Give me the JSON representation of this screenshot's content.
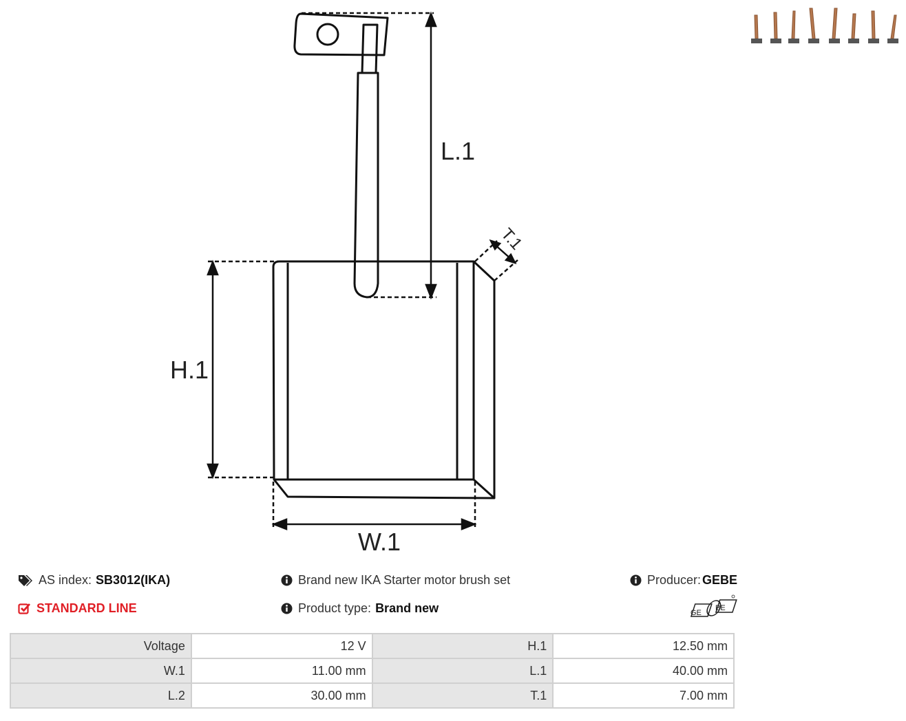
{
  "diagram": {
    "labels": {
      "l1": "L.1",
      "h1": "H.1",
      "w1": "W.1",
      "t1": "T.1"
    }
  },
  "product": {
    "as_index_label": "AS index:",
    "as_index_value": "SB3012(IKA)",
    "line": "STANDARD LINE",
    "description": "Brand new IKA Starter motor brush set",
    "type_label": "Product type:",
    "type_value": "Brand new",
    "producer_label": "Producer:",
    "producer_value": "GEBE",
    "logo_text": [
      "GE",
      "BE"
    ]
  },
  "specs": {
    "rows": [
      [
        {
          "k": "Voltage",
          "v": "12 V"
        },
        {
          "k": "H.1",
          "v": "12.50 mm"
        }
      ],
      [
        {
          "k": "W.1",
          "v": "11.00 mm"
        },
        {
          "k": "L.1",
          "v": "40.00 mm"
        }
      ],
      [
        {
          "k": "L.2",
          "v": "30.00 mm"
        },
        {
          "k": "T.1",
          "v": "7.00 mm"
        }
      ]
    ]
  },
  "colors": {
    "accent_red": "#e01f26",
    "copper": "#b5784f"
  },
  "icons": [
    "tags-icon",
    "check-square-icon",
    "info-circle-icon"
  ]
}
